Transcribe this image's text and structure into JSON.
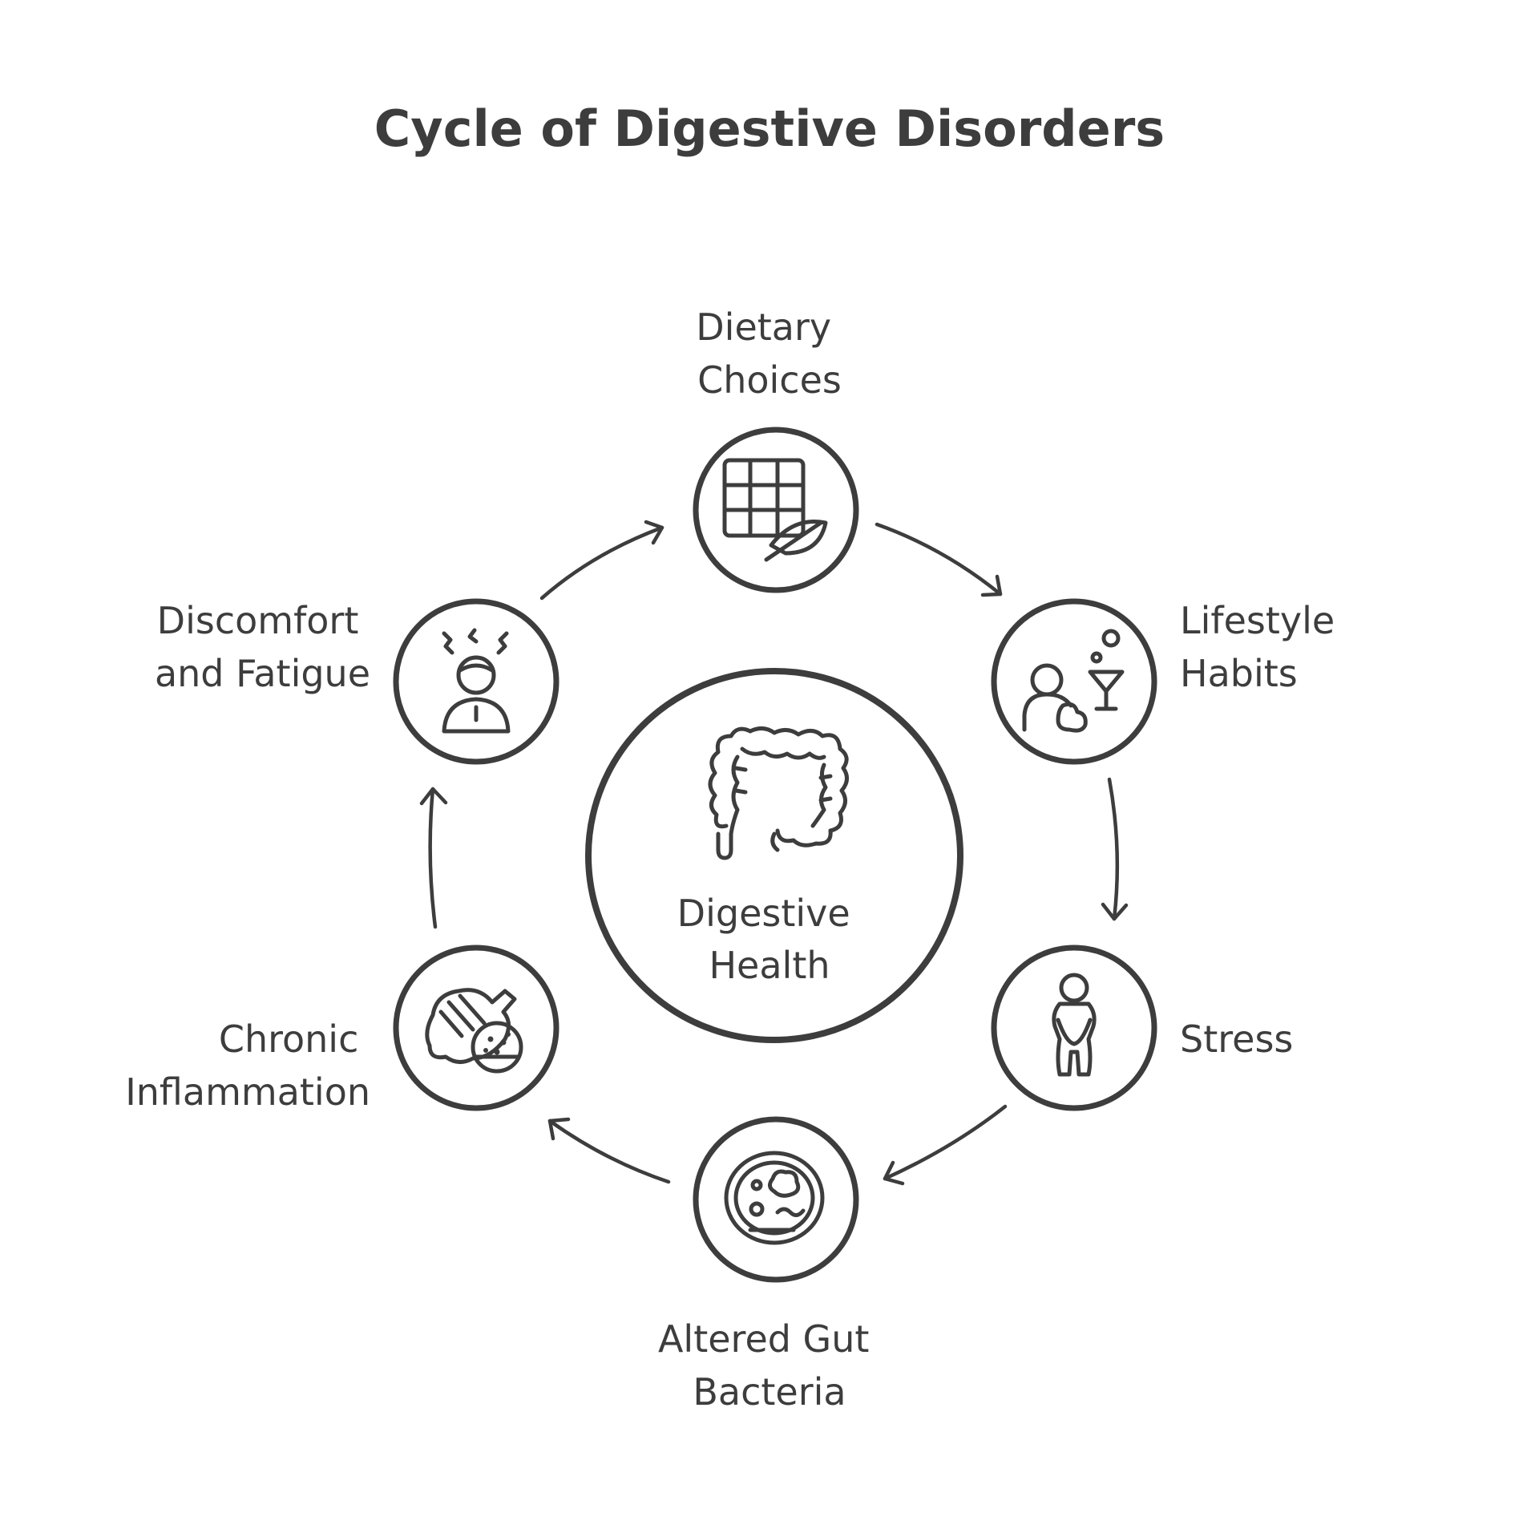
{
  "title": "Cycle of Digestive Disorders",
  "center": {
    "label_lines": [
      "Digestive",
      "Health"
    ],
    "icon": "intestine-icon"
  },
  "nodes": [
    {
      "id": "dietary-choices",
      "label_lines": [
        "Dietary",
        "Choices"
      ],
      "icon": "meal-grid-leaf-icon"
    },
    {
      "id": "lifestyle-habits",
      "label_lines": [
        "Lifestyle",
        "Habits"
      ],
      "icon": "person-drink-icon"
    },
    {
      "id": "stress",
      "label_lines": [
        "Stress"
      ],
      "icon": "stressed-person-icon"
    },
    {
      "id": "altered-gut-bacteria",
      "label_lines": [
        "Altered Gut",
        "Bacteria"
      ],
      "icon": "petri-dish-icon"
    },
    {
      "id": "chronic-inflammation",
      "label_lines": [
        "Chronic",
        "Inflammation"
      ],
      "icon": "inflamed-tissue-icon"
    },
    {
      "id": "discomfort-and-fatigue",
      "label_lines": [
        "Discomfort",
        "and Fatigue"
      ],
      "icon": "tired-person-icon"
    }
  ],
  "colors": {
    "ink": "#3d3d3d",
    "background": "#ffffff"
  }
}
